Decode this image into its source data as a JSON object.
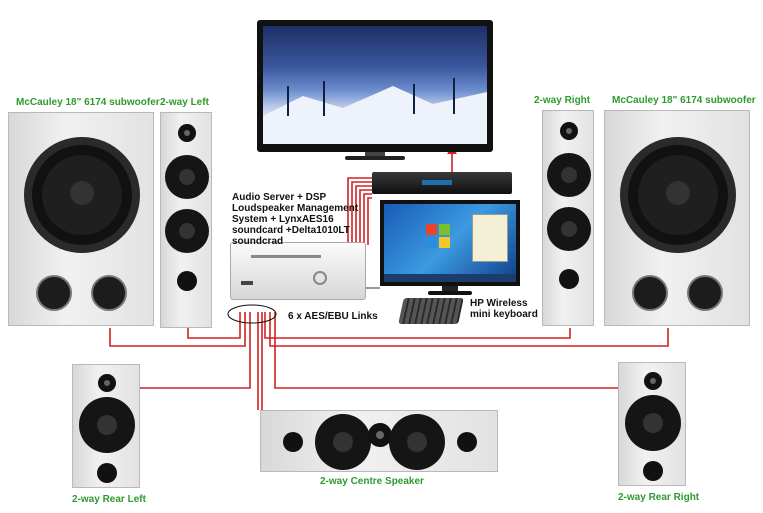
{
  "labels": {
    "sub_left": "McCauley 18\" 6174 subwoofer",
    "two_way_left": "2-way Left",
    "two_way_right": "2-way Right",
    "sub_right": "McCauley 18\" 6174 subwoofer",
    "audio_server": "Audio Server + DSP Loudspeaker Management System + LynxAES16 soundcard +Delta1010LT soundcrad",
    "aes_links": "6 x AES/EBU Links",
    "keyboard": "HP Wireless mini keyboard",
    "rear_left": "2-way Rear Left",
    "centre": "2-way Centre Speaker",
    "rear_right": "2-way Rear Right"
  },
  "colors": {
    "label_green": "#2e9a2e",
    "cable_red": "#d22020",
    "cabinet_grey": "#e4e4e4",
    "driver_black": "#1a1a1a"
  }
}
